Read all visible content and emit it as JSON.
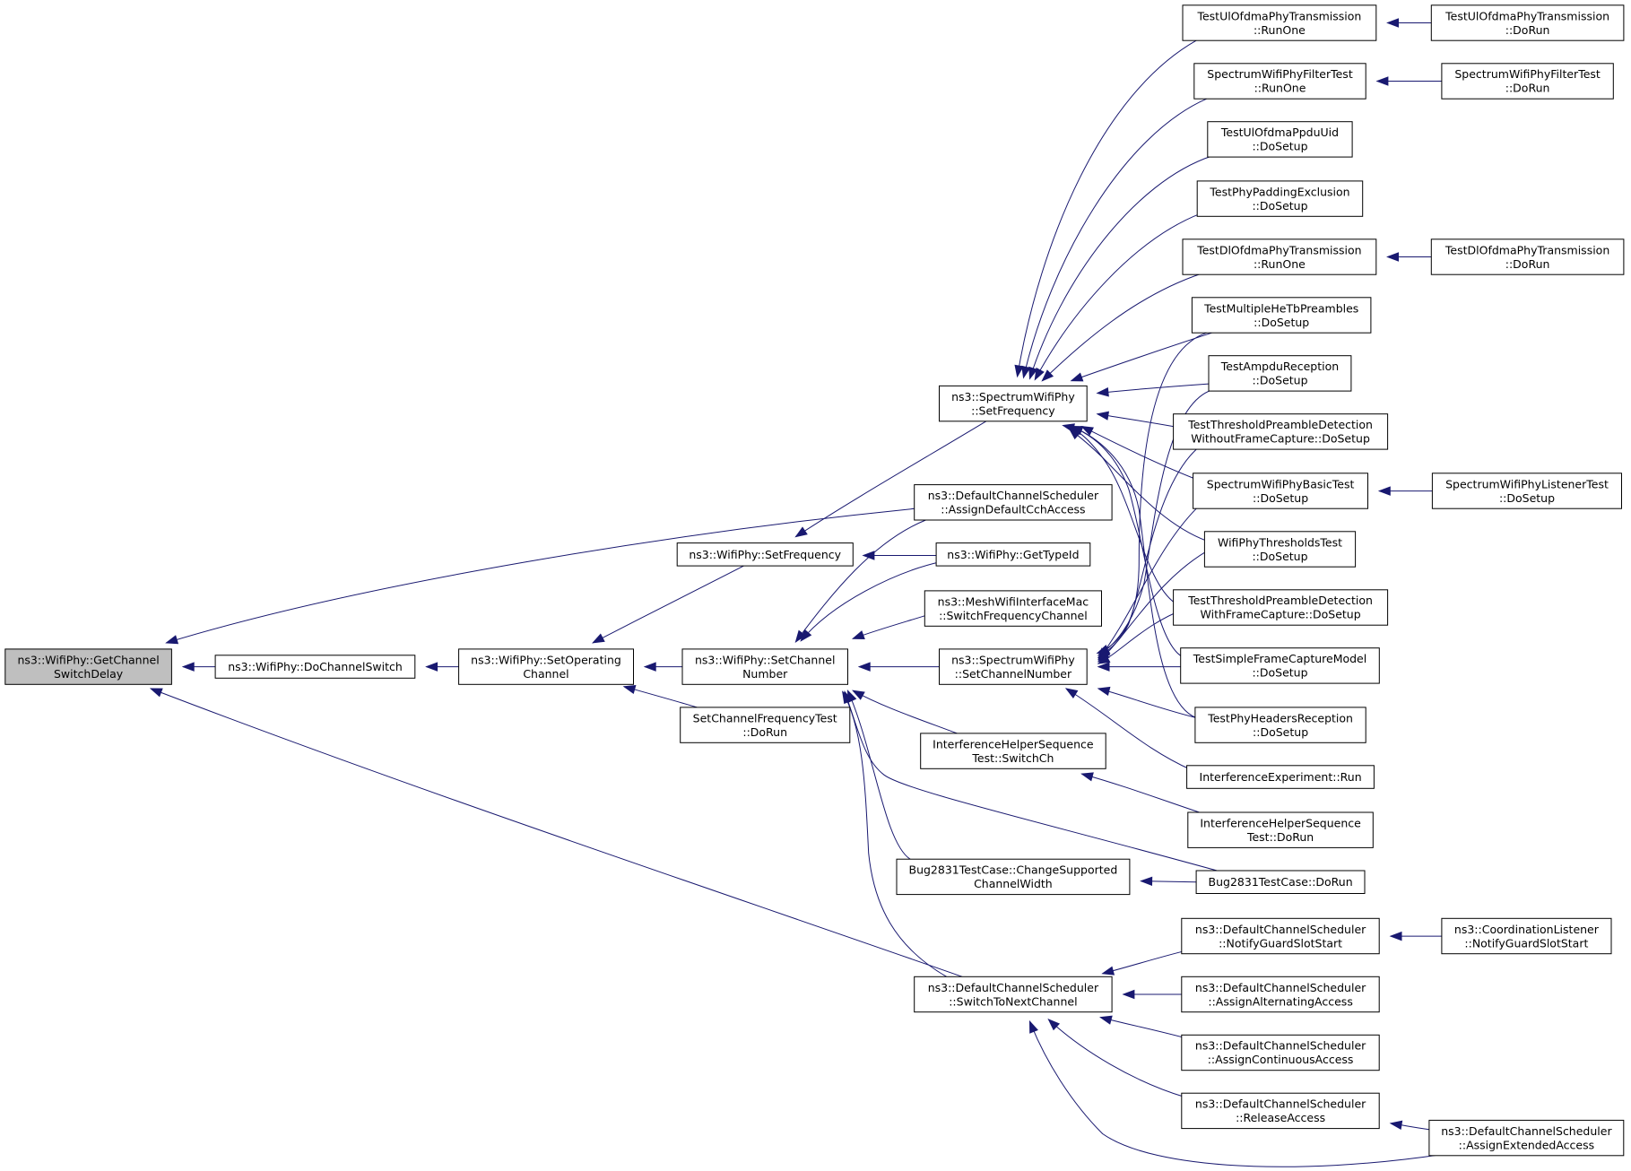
{
  "graph": {
    "colors": {
      "edge": "#191970",
      "focus_fill": "#bfbfbf",
      "node_fill": "#ffffff",
      "node_border": "#000000"
    },
    "nodes": [
      {
        "id": "getChannelSwitchDelay",
        "lines": [
          "ns3::WifiPhy::GetChannel",
          "SwitchDelay"
        ],
        "focus": true
      },
      {
        "id": "doChannelSwitch",
        "lines": [
          "ns3::WifiPhy::DoChannelSwitch"
        ]
      },
      {
        "id": "setOperatingChannel",
        "lines": [
          "ns3::WifiPhy::SetOperating",
          "Channel"
        ]
      },
      {
        "id": "wifiPhySetFrequency",
        "lines": [
          "ns3::WifiPhy::SetFrequency"
        ]
      },
      {
        "id": "wifiPhySetChannelNumber",
        "lines": [
          "ns3::WifiPhy::SetChannel",
          "Number"
        ]
      },
      {
        "id": "setChannelFrequencyTest",
        "lines": [
          "SetChannelFrequencyTest",
          "::DoRun"
        ]
      },
      {
        "id": "spectrumSetFrequency",
        "lines": [
          "ns3::SpectrumWifiPhy",
          "::SetFrequency"
        ]
      },
      {
        "id": "assignDefaultCchAccess",
        "lines": [
          "ns3::DefaultChannelScheduler",
          "::AssignDefaultCchAccess"
        ]
      },
      {
        "id": "wifiPhyGetTypeId",
        "lines": [
          "ns3::WifiPhy::GetTypeId"
        ]
      },
      {
        "id": "switchFrequencyChannel",
        "lines": [
          "ns3::MeshWifiInterfaceMac",
          "::SwitchFrequencyChannel"
        ]
      },
      {
        "id": "spectrumSetChannelNumber",
        "lines": [
          "ns3::SpectrumWifiPhy",
          "::SetChannelNumber"
        ]
      },
      {
        "id": "interferenceSwitchCh",
        "lines": [
          "InterferenceHelperSequence",
          "Test::SwitchCh"
        ]
      },
      {
        "id": "bug2831ChangeWidth",
        "lines": [
          "Bug2831TestCase::ChangeSupported",
          "ChannelWidth"
        ]
      },
      {
        "id": "switchToNextChannel",
        "lines": [
          "ns3::DefaultChannelScheduler",
          "::SwitchToNextChannel"
        ]
      },
      {
        "id": "ulOfdmaRunOne",
        "lines": [
          "TestUlOfdmaPhyTransmission",
          "::RunOne"
        ]
      },
      {
        "id": "ulOfdmaDoRun",
        "lines": [
          "TestUlOfdmaPhyTransmission",
          "::DoRun"
        ]
      },
      {
        "id": "filterRunOne",
        "lines": [
          "SpectrumWifiPhyFilterTest",
          "::RunOne"
        ]
      },
      {
        "id": "filterDoRun",
        "lines": [
          "SpectrumWifiPhyFilterTest",
          "::DoRun"
        ]
      },
      {
        "id": "ppduUidSetup",
        "lines": [
          "TestUlOfdmaPpduUid",
          "::DoSetup"
        ]
      },
      {
        "id": "paddingSetup",
        "lines": [
          "TestPhyPaddingExclusion",
          "::DoSetup"
        ]
      },
      {
        "id": "dlOfdmaRunOne",
        "lines": [
          "TestDlOfdmaPhyTransmission",
          "::RunOne"
        ]
      },
      {
        "id": "dlOfdmaDoRun",
        "lines": [
          "TestDlOfdmaPhyTransmission",
          "::DoRun"
        ]
      },
      {
        "id": "heTbSetup",
        "lines": [
          "TestMultipleHeTbPreambles",
          "::DoSetup"
        ]
      },
      {
        "id": "ampduSetup",
        "lines": [
          "TestAmpduReception",
          "::DoSetup"
        ]
      },
      {
        "id": "withoutFcSetup",
        "lines": [
          "TestThresholdPreambleDetection",
          "WithoutFrameCapture::DoSetup"
        ]
      },
      {
        "id": "basicSetup",
        "lines": [
          "SpectrumWifiPhyBasicTest",
          "::DoSetup"
        ]
      },
      {
        "id": "listenerSetup",
        "lines": [
          "SpectrumWifiPhyListenerTest",
          "::DoSetup"
        ]
      },
      {
        "id": "thresholdsSetup",
        "lines": [
          "WifiPhyThresholdsTest",
          "::DoSetup"
        ]
      },
      {
        "id": "withFcSetup",
        "lines": [
          "TestThresholdPreambleDetection",
          "WithFrameCapture::DoSetup"
        ]
      },
      {
        "id": "simpleFcSetup",
        "lines": [
          "TestSimpleFrameCaptureModel",
          "::DoSetup"
        ]
      },
      {
        "id": "headersSetup",
        "lines": [
          "TestPhyHeadersReception",
          "::DoSetup"
        ]
      },
      {
        "id": "interferenceRun",
        "lines": [
          "InterferenceExperiment::Run"
        ]
      },
      {
        "id": "interferenceDoRun",
        "lines": [
          "InterferenceHelperSequence",
          "Test::DoRun"
        ]
      },
      {
        "id": "bug2831DoRun",
        "lines": [
          "Bug2831TestCase::DoRun"
        ]
      },
      {
        "id": "notifyGuardSlotStart",
        "lines": [
          "ns3::DefaultChannelScheduler",
          "::NotifyGuardSlotStart"
        ]
      },
      {
        "id": "coordNotifyGuard",
        "lines": [
          "ns3::CoordinationListener",
          "::NotifyGuardSlotStart"
        ]
      },
      {
        "id": "assignAlternating",
        "lines": [
          "ns3::DefaultChannelScheduler",
          "::AssignAlternatingAccess"
        ]
      },
      {
        "id": "assignContinuous",
        "lines": [
          "ns3::DefaultChannelScheduler",
          "::AssignContinuousAccess"
        ]
      },
      {
        "id": "releaseAccess",
        "lines": [
          "ns3::DefaultChannelScheduler",
          "::ReleaseAccess"
        ]
      },
      {
        "id": "assignExtended",
        "lines": [
          "ns3::DefaultChannelScheduler",
          "::AssignExtendedAccess"
        ]
      }
    ]
  }
}
